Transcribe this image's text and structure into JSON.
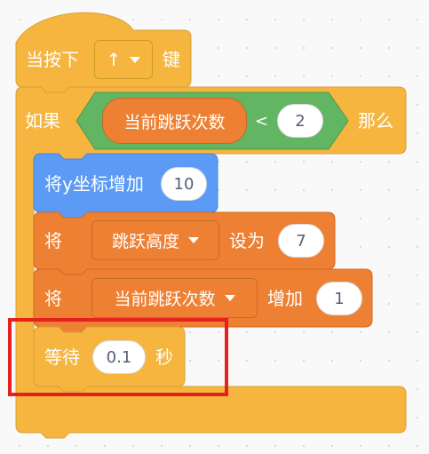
{
  "hat_block": {
    "prefix": "当按下",
    "key": "↑",
    "suffix": "键"
  },
  "if_block": {
    "if_label": "如果",
    "reporter": "当前跳跃次数",
    "operator": "<",
    "compare_value": "2",
    "then_label": "那么"
  },
  "motion_block": {
    "label": "将y坐标增加",
    "value": "10"
  },
  "set_block": {
    "prefix": "将",
    "variable": "跳跃高度",
    "middle": "设为",
    "value": "7"
  },
  "change_block": {
    "prefix": "将",
    "variable": "当前跳跃次数",
    "middle": "增加",
    "value": "1"
  },
  "wait_block": {
    "prefix": "等待",
    "value": "0.1",
    "suffix": "秒"
  },
  "colors": {
    "control_yellow": "#ffbf00",
    "variables_orange": "#ff8c1a",
    "motion_blue": "#4c97ff",
    "operator_green": "#59c059",
    "highlight_red": "#e62020"
  }
}
